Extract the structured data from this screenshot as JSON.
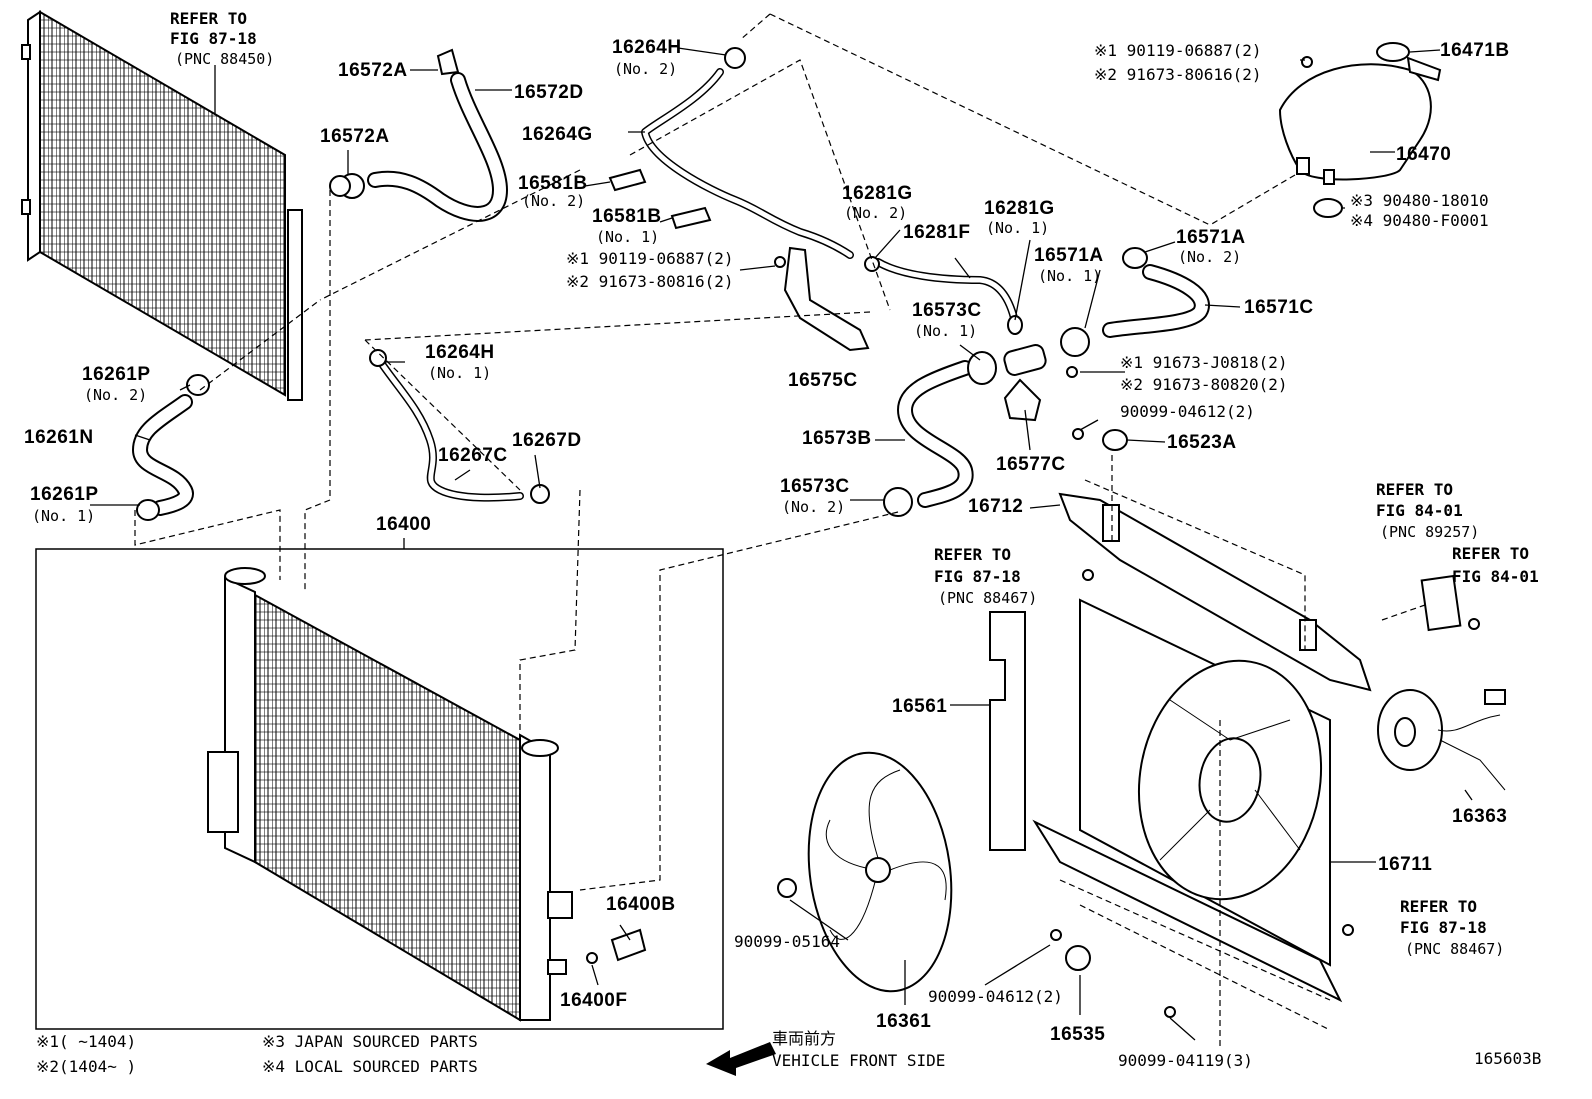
{
  "diagram_code": "165603B",
  "vehicle_front": {
    "jp": "車両前方",
    "en": "VEHICLE FRONT SIDE"
  },
  "footnotes": {
    "n1": "※1(      ~1404)",
    "n2": "※2(1404~      )",
    "n3": "※3 JAPAN SOURCED PARTS",
    "n4": "※4 LOCAL SOURCED PARTS"
  },
  "refs": {
    "condenser": {
      "l1": "REFER TO",
      "l2": "FIG 87-18",
      "l3": "(PNC 88450)"
    },
    "sensor": {
      "l1": "REFER TO",
      "l2": "FIG 87-18",
      "l3": "(PNC 88467)"
    },
    "relay": {
      "l1": "REFER TO",
      "l2": "FIG 84-01",
      "l3": "(PNC 89257)"
    },
    "relay_bolt": {
      "l1": "REFER TO",
      "l2": "FIG 84-01"
    },
    "bottom": {
      "l1": "REFER TO",
      "l2": "FIG 87-18",
      "l3": "(PNC 88467)"
    }
  },
  "labels": {
    "p16572A_top": "16572A",
    "p16572D": "16572D",
    "p16572A": "16572A",
    "p16264H_top": "16264H",
    "p16264H_top_sub": "(No. 2)",
    "p16264G": "16264G",
    "p16581B_2": "16581B",
    "p16581B_2_sub": "(No. 2)",
    "p16581B_1": "16581B",
    "p16581B_1_sub": "(No. 1)",
    "p16281G_2": "16281G",
    "p16281G_2_sub": "(No. 2)",
    "p16281G_1": "16281G",
    "p16281G_1_sub": "(No. 1)",
    "p16281F": "16281F",
    "bolt_a1": "※1 90119-06887(2)",
    "bolt_a2": "※2 91673-80816(2)",
    "p16575C": "16575C",
    "p16573C_1": "16573C",
    "p16573C_1_sub": "(No. 1)",
    "p16571A_1": "16571A",
    "p16571A_1_sub": "(No. 1)",
    "p16571A_2": "16571A",
    "p16571A_2_sub": "(No. 2)",
    "p16571C": "16571C",
    "bolt_b1": "※1 91673-J0818(2)",
    "bolt_b2": "※2 91673-80820(2)",
    "bolt_c": "90099-04612(2)",
    "p16523A": "16523A",
    "p16577C": "16577C",
    "p16573B": "16573B",
    "p16573C_2": "16573C",
    "p16573C_2_sub": "(No. 2)",
    "p16712": "16712",
    "tank_b1": "※1 90119-06887(2)",
    "tank_b2": "※2 91673-80616(2)",
    "p16471B": "16471B",
    "p16470": "16470",
    "cush_3": "※3  90480-18010",
    "cush_4": "※4  90480-F0001",
    "p16261P_2": "16261P",
    "p16261P_2_sub": "(No. 2)",
    "p16261N": "16261N",
    "p16261P_1": "16261P",
    "p16261P_1_sub": "(No. 1)",
    "p16264H_mid": "16264H",
    "p16264H_mid_sub": "(No. 1)",
    "p16267C": "16267C",
    "p16267D": "16267D",
    "p16400": "16400",
    "p16400B": "16400B",
    "p16400F": "16400F",
    "p16561": "16561",
    "p16363": "16363",
    "p16711": "16711",
    "p90099_05164": "90099-05164",
    "p16361": "16361",
    "p90099_04612": "90099-04612(2)",
    "p16535": "16535",
    "p90099_04119": "90099-04119(3)"
  }
}
